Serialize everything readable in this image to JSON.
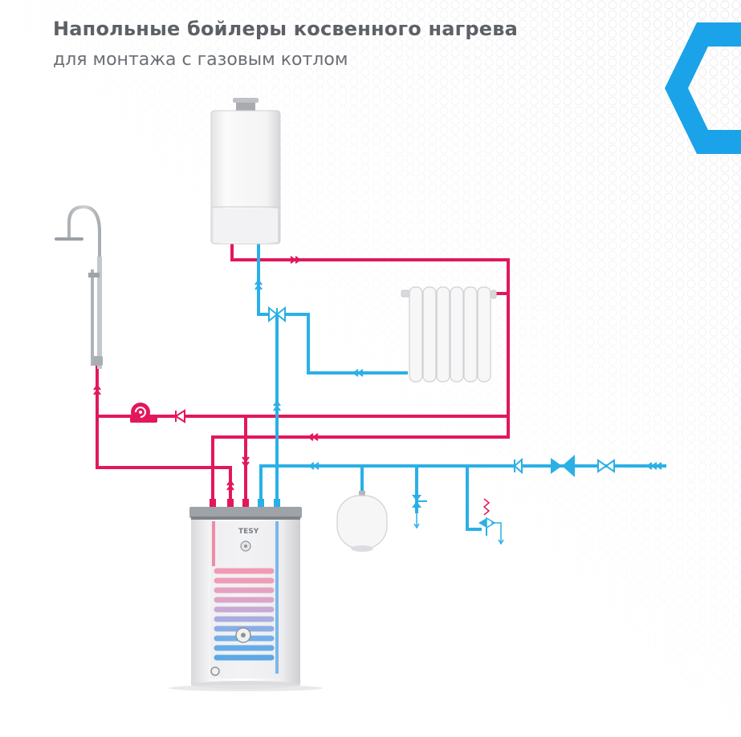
{
  "header": {
    "title": "Напольные бойлеры косвенного нагрева",
    "subtitle": "для монтажа с газовым котлом"
  },
  "boiler": {
    "brand": "TESY"
  },
  "colors": {
    "hot": "#e2185a",
    "cold": "#2ab0e6",
    "brand": "#1aa3e8",
    "text": "#5d6166",
    "pattern": "#f1f1f3"
  },
  "components": [
    "gas-boiler-icon",
    "shower-icon",
    "radiator-icon",
    "circulation-pump-icon",
    "check-valve-icon",
    "expansion-tank-icon",
    "drain-valve-icon",
    "safety-valve-icon",
    "shutoff-valve-icon",
    "pressure-reducer-icon",
    "indirect-water-heater-icon",
    "brand-logo-icon"
  ]
}
